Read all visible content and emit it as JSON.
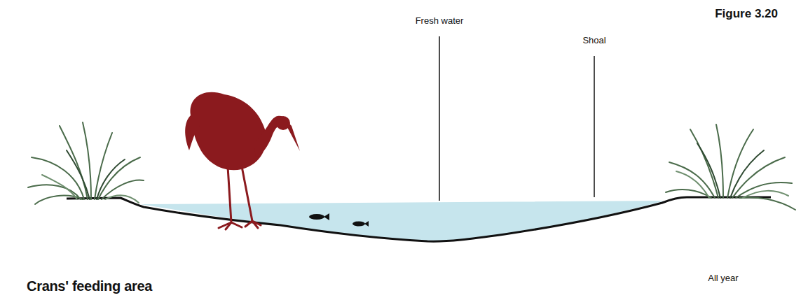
{
  "diagram": {
    "title": "Crans' feeding area",
    "labels": [
      "Figure 3.20",
      "Fresh water",
      "Shoal",
      "All year"
    ]
  }
}
